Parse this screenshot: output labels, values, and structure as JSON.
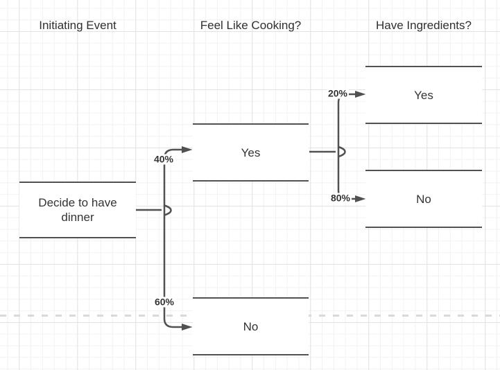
{
  "diagram": {
    "type": "event-tree",
    "columns": [
      {
        "id": "initiating-event",
        "label": "Initiating Event"
      },
      {
        "id": "feel-like-cooking",
        "label": "Feel Like Cooking?"
      },
      {
        "id": "have-ingredients",
        "label": "Have Ingredients?"
      }
    ],
    "nodes": [
      {
        "id": "decide",
        "column": "initiating-event",
        "label": "Decide to have dinner"
      },
      {
        "id": "yes-cooking",
        "column": "feel-like-cooking",
        "label": "Yes"
      },
      {
        "id": "no-cooking",
        "column": "feel-like-cooking",
        "label": "No"
      },
      {
        "id": "yes-ingredients",
        "column": "have-ingredients",
        "label": "Yes"
      },
      {
        "id": "no-ingredients",
        "column": "have-ingredients",
        "label": "No"
      }
    ],
    "edges": [
      {
        "from": "decide",
        "to": "yes-cooking",
        "probability": "40%"
      },
      {
        "from": "decide",
        "to": "no-cooking",
        "probability": "60%"
      },
      {
        "from": "yes-cooking",
        "to": "yes-ingredients",
        "probability": "20%"
      },
      {
        "from": "yes-cooking",
        "to": "no-ingredients",
        "probability": "80%"
      }
    ],
    "colors": {
      "stroke": "#515151",
      "text": "#333333",
      "grid_minor": "#f2f2f2",
      "grid_major": "#e3e3e3",
      "page_break_dash": "#d9d9d9",
      "background": "#ffffff"
    }
  }
}
